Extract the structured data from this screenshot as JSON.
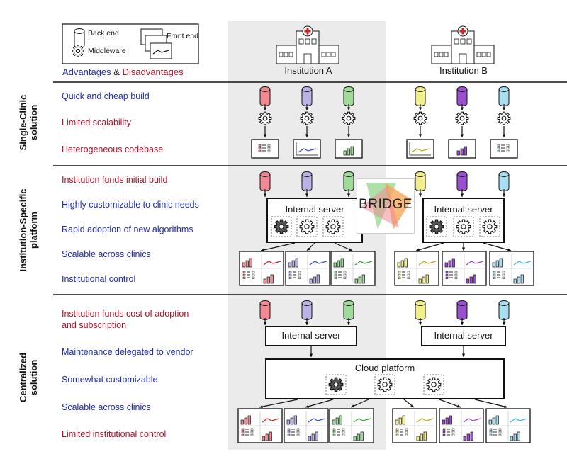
{
  "legend": {
    "back_end": "Back end",
    "middleware": "Middleware",
    "front_end": "Front end"
  },
  "header": {
    "advantages": "Advantages",
    "amp": " & ",
    "disadvantages": "Disadvantages",
    "institution_a": "Institution A",
    "institution_b": "Institution B"
  },
  "sections": [
    {
      "title_line1": "Single-Clinic",
      "title_line2": "solution",
      "items": [
        {
          "text": "Quick and cheap build",
          "kind": "advantage"
        },
        {
          "text": "Limited scalability",
          "kind": "disadvantage"
        },
        {
          "text": "Heterogeneous codebase",
          "kind": "disadvantage"
        }
      ]
    },
    {
      "title_line1": "Institution-Specific",
      "title_line2": "platform",
      "items": [
        {
          "text": "Institution funds initial build",
          "kind": "disadvantage"
        },
        {
          "text": "Highly customizable to clinic needs",
          "kind": "advantage"
        },
        {
          "text": "Rapid adoption of new algorithms",
          "kind": "advantage"
        },
        {
          "text": "Scalable across clinics",
          "kind": "advantage"
        },
        {
          "text": "Institutional control",
          "kind": "advantage"
        }
      ]
    },
    {
      "title_line1": "Centralized",
      "title_line2": "solution",
      "items": [
        {
          "text": "Institution funds cost of adoption",
          "text2": "and subscription",
          "kind": "disadvantage"
        },
        {
          "text": "Maintenance delegated to vendor",
          "kind": "advantage"
        },
        {
          "text": "Somewhat customizable",
          "kind": "advantage"
        },
        {
          "text": "Scalable across clinics",
          "kind": "advantage"
        },
        {
          "text": "Limited institutional control",
          "kind": "disadvantage"
        }
      ]
    }
  ],
  "internal_server": "Internal server",
  "cloud_platform": "Cloud platform",
  "bridge_logo": "BRIDGE",
  "colors": {
    "advantage": "#1f2ab0",
    "disadvantage": "#b0122a",
    "db_a": [
      "#f08b94",
      "#b9b3e6",
      "#9fdc9a"
    ],
    "db_b": [
      "#f2ee8a",
      "#9a4fd0",
      "#a9dff0"
    ],
    "line_a": [
      "#d0202a",
      "#3a4dcc",
      "#2aa02a"
    ],
    "line_b": [
      "#b8a81a",
      "#9a3fd0",
      "#33b8d8"
    ]
  },
  "icons": [
    "database-icon",
    "gear-icon",
    "front-end-screens-icon",
    "hospital-icon",
    "bar-chart-icon",
    "line-chart-icon",
    "table-icon",
    "arrow-icon"
  ]
}
